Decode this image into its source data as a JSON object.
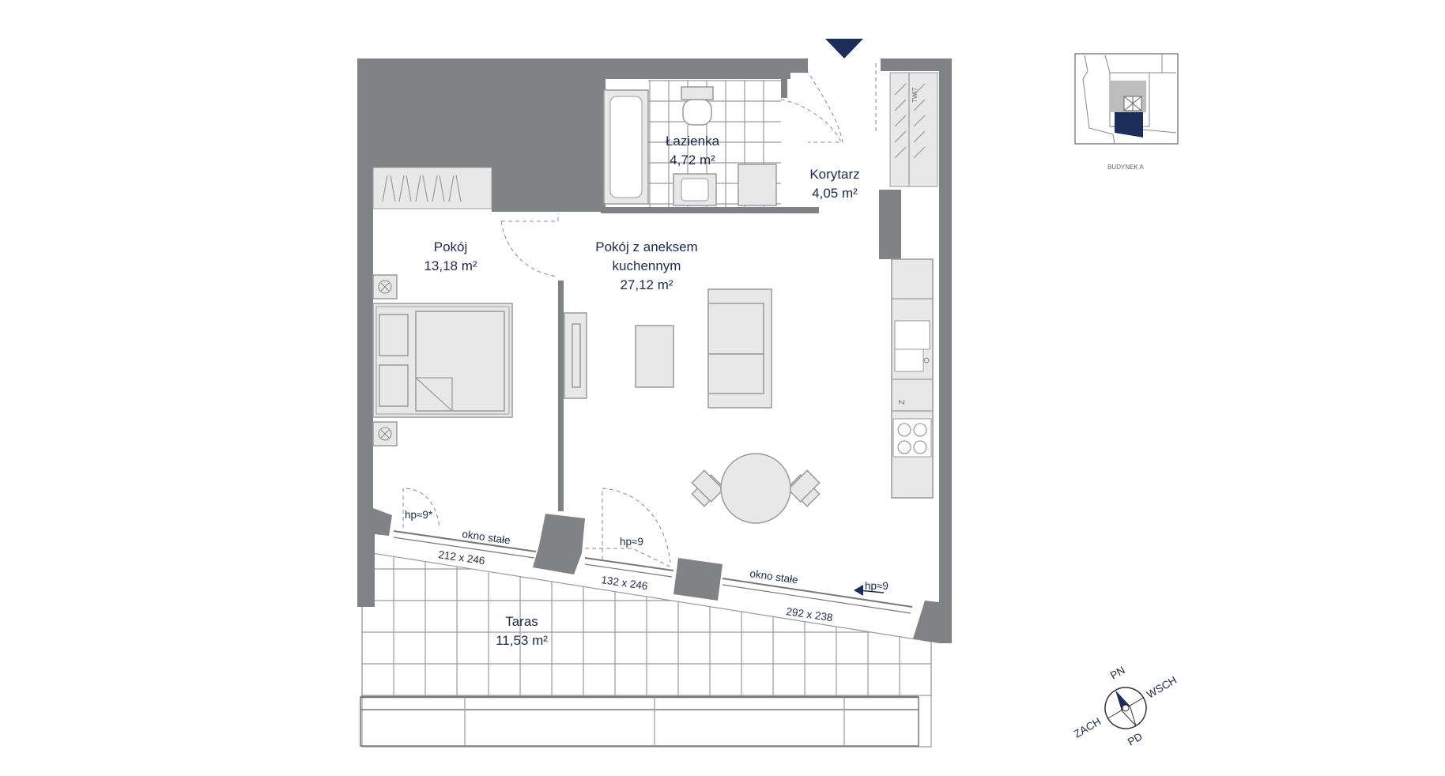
{
  "rooms": {
    "lazienka": {
      "name": "Łazienka",
      "area": "4,72 m²"
    },
    "korytarz": {
      "name": "Korytarz",
      "area": "4,05 m²"
    },
    "pokoj": {
      "name": "Pokój",
      "area": "13,18 m²"
    },
    "pokoj_aneks": {
      "name_line1": "Pokój z aneksem",
      "name_line2": "kuchennym",
      "area": "27,12 m²"
    },
    "taras": {
      "name": "Taras",
      "area": "11,53 m²"
    }
  },
  "windows": {
    "w1": {
      "hp": "hp≈9*",
      "note": "okno stałe",
      "size": "212 x 246"
    },
    "w2": {
      "hp": "hp≈9",
      "size": "132 x 246"
    },
    "w3": {
      "hp": "hp≈9",
      "note": "okno stałe",
      "size": "292 x 238"
    }
  },
  "keyplan": {
    "label": "BUDYNEK A",
    "accent": "#1b2e5a"
  },
  "compass": {
    "n": "PN",
    "e": "WSCH",
    "s": "PD",
    "w": "ZACH"
  },
  "colors": {
    "wall": "#808285",
    "text": "#1a2a4a",
    "entrance_marker": "#1b2e5a"
  }
}
